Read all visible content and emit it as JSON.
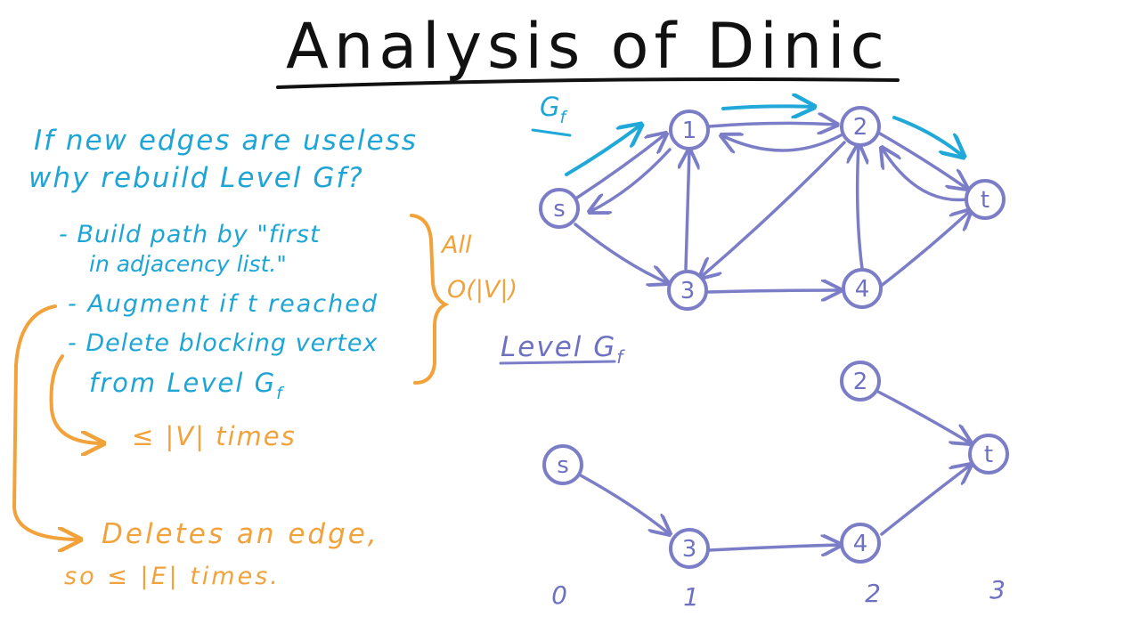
{
  "title": "Analysis of Dinic",
  "left_notes": {
    "question_line1": "If new edges are useless",
    "question_line2": "why rebuild Level Gf?",
    "bullet1_line1": "- Build path by \"first",
    "bullet1_line2": "in adjacency list.\"",
    "bullet2": "- Augment if t reached",
    "bullet3_line1": "- Delete blocking vertex",
    "bullet3_line2": "from Level G",
    "bullet3_sub": "f",
    "brace_label_line1": "All",
    "brace_label_line2": "O(|V|)",
    "vertex_times": "≤ |V| times",
    "edge_line1": "Deletes an edge,",
    "edge_line2": "so ≤ |E| times."
  },
  "top_graph": {
    "label": "G",
    "label_sub": "f",
    "nodes": {
      "s": "s",
      "n1": "1",
      "n2": "2",
      "n3": "3",
      "n4": "4",
      "t": "t"
    }
  },
  "level_graph": {
    "label": "Level G",
    "label_sub": "f",
    "nodes": {
      "s": "s",
      "n2": "2",
      "n3": "3",
      "n4": "4",
      "t": "t"
    },
    "levels": [
      "0",
      "1",
      "2",
      "3"
    ]
  },
  "colors": {
    "blue_text": "#1ea5d6",
    "orange": "#f2a23a",
    "graph_purple": "#7b7ec7",
    "cyan_arrow": "#20a9d8"
  }
}
